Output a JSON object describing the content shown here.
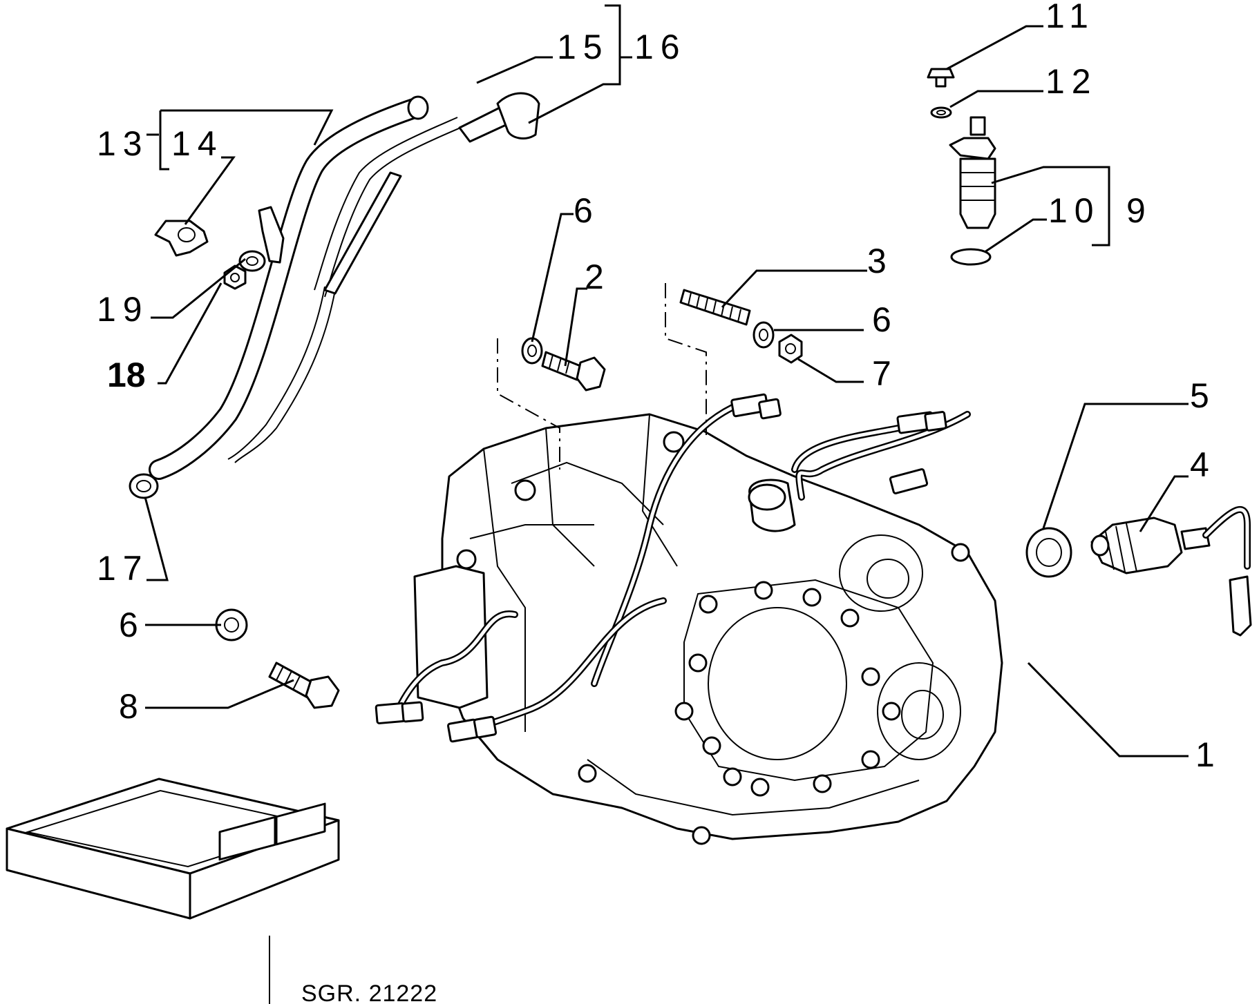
{
  "labels": {
    "l1": "1",
    "l2": "2",
    "l3": "3",
    "l4": "4",
    "l5": "5",
    "l6a": "6",
    "l6b": "6",
    "l6c": "6",
    "l7": "7",
    "l8": "8",
    "l9": "9",
    "l10": "10",
    "l11": "11",
    "l12": "12",
    "l13": "13",
    "l14": "14",
    "l15": "15",
    "l16": "16",
    "l17": "17",
    "l18": "18",
    "l19": "19"
  },
  "reference": "SGR. 21222"
}
